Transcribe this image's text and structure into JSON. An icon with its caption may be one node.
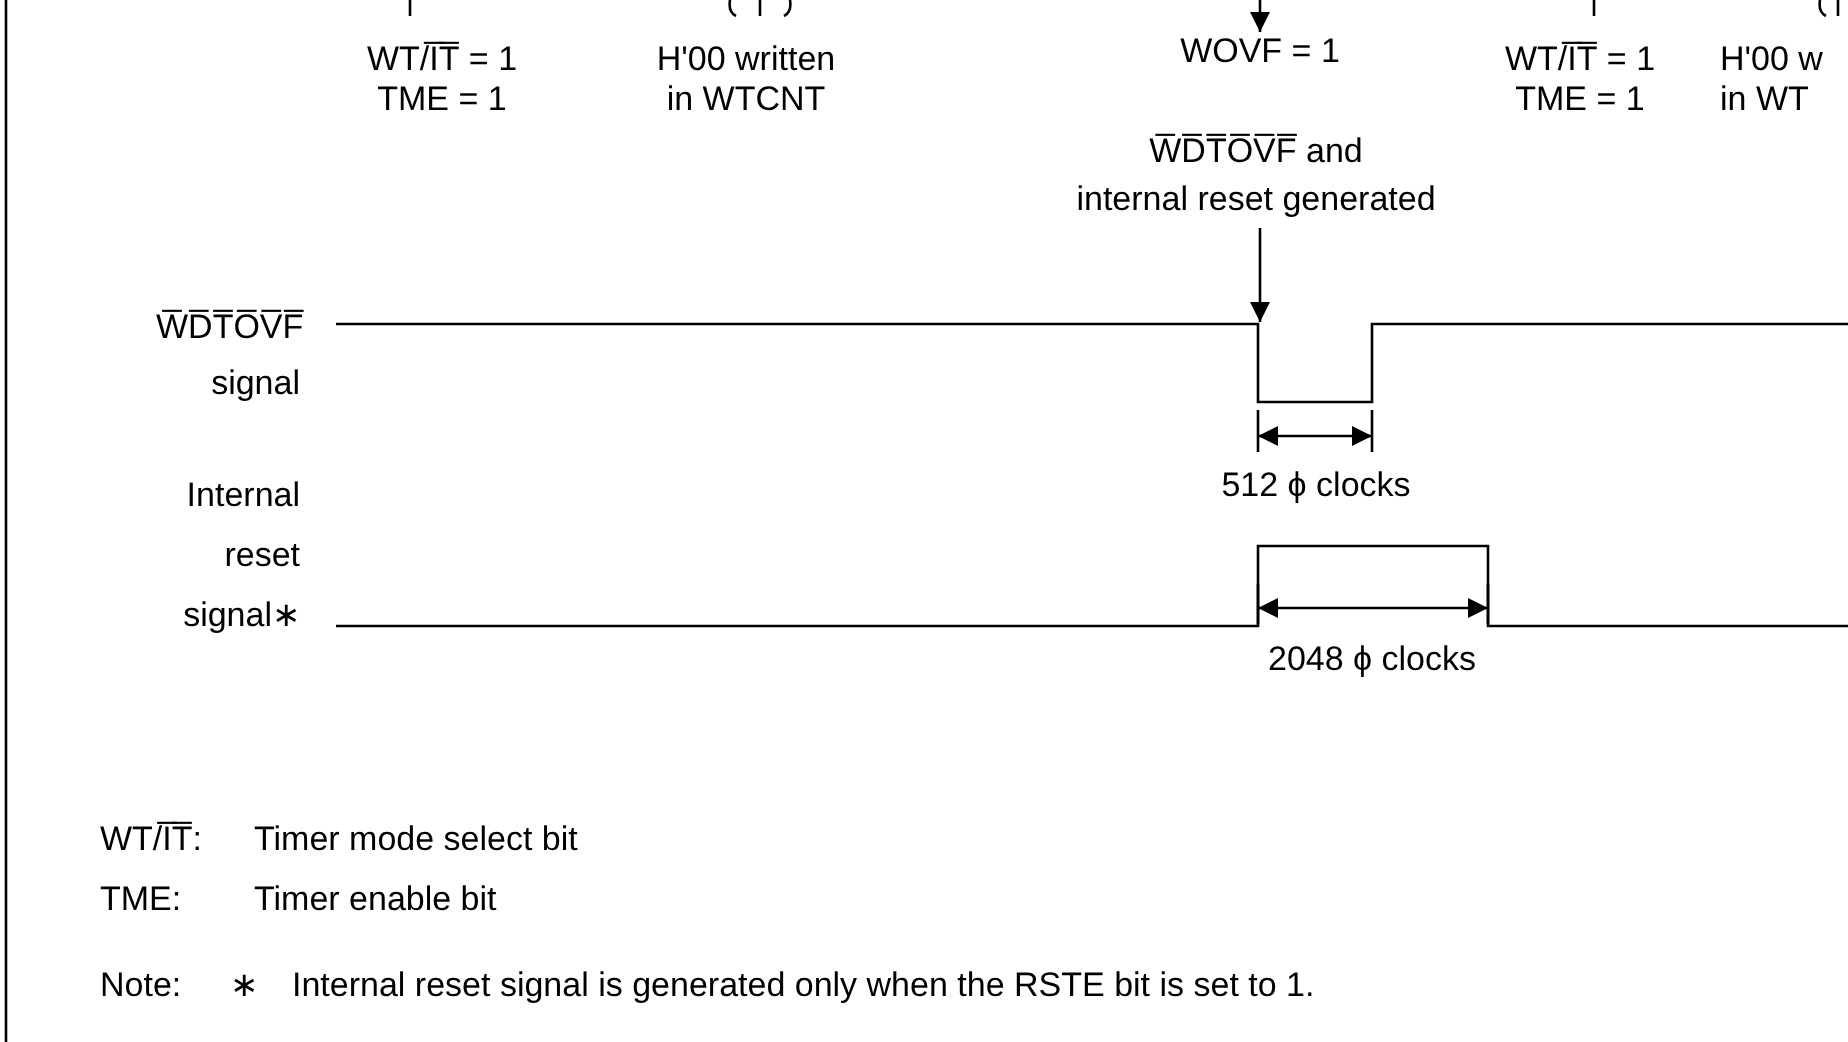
{
  "diagram": {
    "nodes": [
      {
        "text": [
          "WOVF = 1"
        ]
      },
      {
        "text": [
          "W̅D̅T̅O̅V̅F̅ and",
          "internal reset generated"
        ]
      },
      {
        "text": [],
        "shape": "waveform"
      }
    ],
    "edges": [
      {
        "from": null,
        "to": 0,
        "arrow": "to"
      },
      {
        "from": 1,
        "to": 2,
        "arrow": "to"
      }
    ],
    "labels": [
      "WT/I̅T̅ = 1 TME = 1",
      "H'00 written in WTCNT",
      "WT/I̅T̅ = 1 TME = 1",
      "H'00 w in WT",
      "W̅D̅T̅O̅V̅F̅ signal",
      "512 ϕ clocks",
      "Internal reset signal∗",
      "2048 ϕ clocks",
      "WT/I̅T̅:",
      "Timer mode select bit",
      "TME:",
      "Timer enable bit",
      "Note:",
      "∗",
      "Internal reset signal is generated only when the RSTE bit is set to 1."
    ]
  }
}
